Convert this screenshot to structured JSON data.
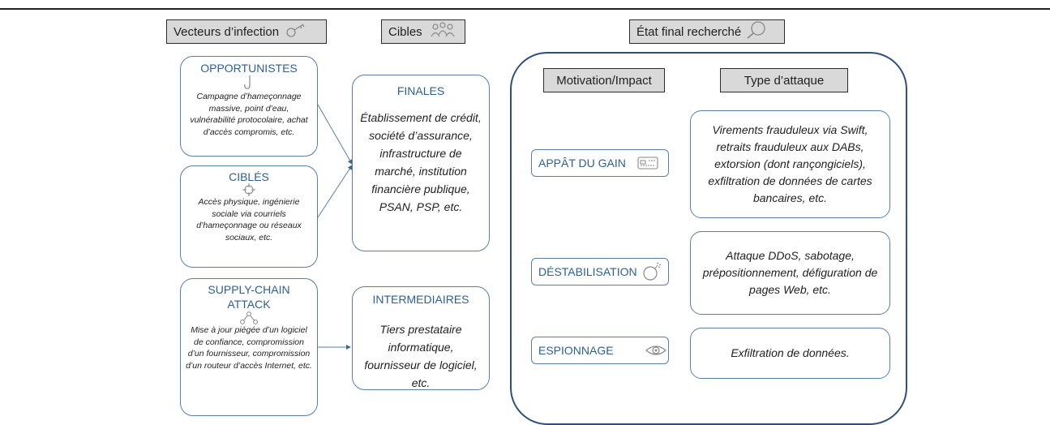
{
  "headers": {
    "vecteurs": "Vecteurs d’infection",
    "cibles": "Cibles",
    "etat": "État final recherché"
  },
  "vecteurs": [
    {
      "title": "OPPORTUNISTES",
      "icon": "hook-icon",
      "text": "Campagne d’hameçonnage massive, point d’eau, vulnérabilité protocolaire, achat d’accès compromis, etc."
    },
    {
      "title": "CIBLÉS",
      "icon": "crosshair-icon",
      "text": "Accès physique, ingénierie sociale via courriels d’hameçonnage ou réseaux sociaux, etc."
    },
    {
      "title": "SUPPLY-CHAIN ATTACK",
      "icon": "network-icon",
      "text": "Mise à jour piégée d’un logiciel de confiance, compromission d’un fournisseur, compromission d’un routeur d’accès Internet, etc."
    }
  ],
  "cibles": [
    {
      "title": "FINALES",
      "text": "Établissement de crédit, société d’assurance, infrastructure de marché, institution financière publique, PSAN, PSP, etc."
    },
    {
      "title": "INTERMEDIAIRES",
      "text": "Tiers prestataire informatique, fournisseur de logiciel, etc."
    }
  ],
  "etat": {
    "motivation_header": "Motivation/Impact",
    "type_header": "Type d’attaque",
    "rows": [
      {
        "motivation": "APPÂT DU GAIN",
        "icon": "credit-card-icon",
        "type": "Virements frauduleux via Swift, retraits frauduleux aux DABs, extorsion (dont rançongiciels), exfiltration de données de cartes bancaires, etc."
      },
      {
        "motivation": "DÉSTABILISATION",
        "icon": "bomb-icon",
        "type": "Attaque DDoS, sabotage, prépositionnement, défiguration de pages Web, etc."
      },
      {
        "motivation": "ESPIONNAGE",
        "icon": "eye-icon",
        "type": "Exfiltration de données."
      }
    ]
  },
  "colors": {
    "accent": "#2e5f91",
    "border": "#5b7ea6",
    "header_bg": "#d9d9d9"
  }
}
